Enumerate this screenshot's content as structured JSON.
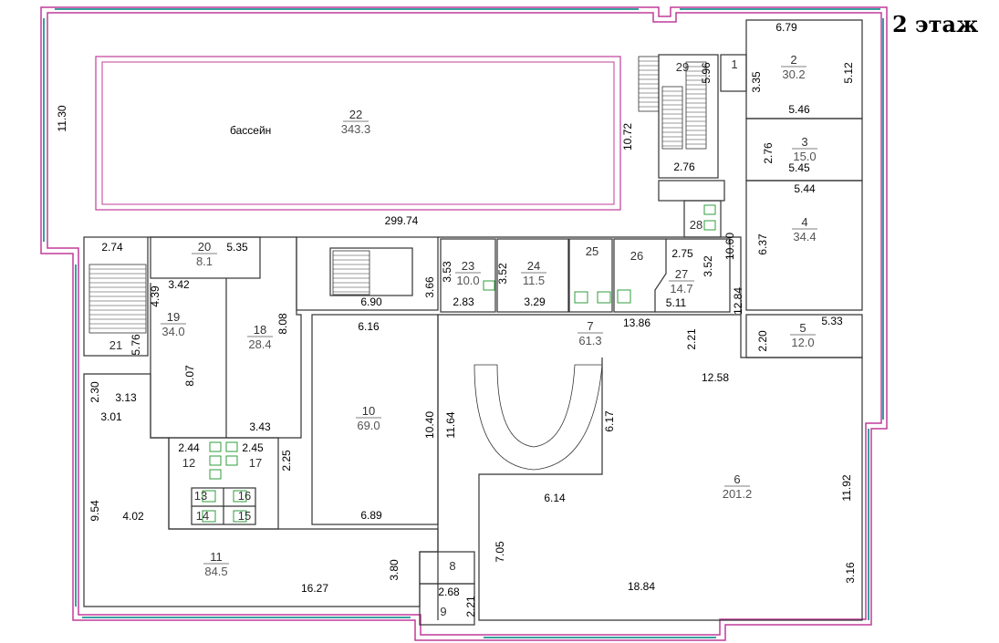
{
  "floor_title": "2 этаж",
  "rooms": [
    {
      "id": "r22",
      "num": "22",
      "area": "343.3"
    },
    {
      "id": "r29",
      "num": "29",
      "area": ""
    },
    {
      "id": "r1",
      "num": "1",
      "area": ""
    },
    {
      "id": "r2",
      "num": "2",
      "area": "30.2"
    },
    {
      "id": "r3",
      "num": "3",
      "area": "15.0"
    },
    {
      "id": "r4",
      "num": "4",
      "area": "34.4"
    },
    {
      "id": "r5",
      "num": "5",
      "area": "12.0"
    },
    {
      "id": "r6",
      "num": "6",
      "area": "201.2"
    },
    {
      "id": "r7",
      "num": "7",
      "area": "61.3"
    },
    {
      "id": "r8",
      "num": "8",
      "area": ""
    },
    {
      "id": "r9",
      "num": "9",
      "area": ""
    },
    {
      "id": "r10",
      "num": "10",
      "area": "69.0"
    },
    {
      "id": "r11",
      "num": "11",
      "area": "84.5"
    },
    {
      "id": "r12",
      "num": "12",
      "area": ""
    },
    {
      "id": "r13",
      "num": "13",
      "area": ""
    },
    {
      "id": "r14",
      "num": "14",
      "area": ""
    },
    {
      "id": "r15",
      "num": "15",
      "area": ""
    },
    {
      "id": "r16",
      "num": "16",
      "area": ""
    },
    {
      "id": "r17",
      "num": "17",
      "area": ""
    },
    {
      "id": "r18",
      "num": "18",
      "area": "28.4"
    },
    {
      "id": "r19",
      "num": "19",
      "area": "34.0"
    },
    {
      "id": "r20",
      "num": "20",
      "area": "8.1"
    },
    {
      "id": "r21",
      "num": "21",
      "area": ""
    },
    {
      "id": "r23",
      "num": "23",
      "area": "10.0"
    },
    {
      "id": "r24",
      "num": "24",
      "area": "11.5"
    },
    {
      "id": "r25",
      "num": "25",
      "area": ""
    },
    {
      "id": "r26",
      "num": "26",
      "area": ""
    },
    {
      "id": "r27",
      "num": "27",
      "area": "14.7"
    },
    {
      "id": "r28",
      "num": "28",
      "area": ""
    }
  ],
  "labels": {
    "pool": "бассейн",
    "corridor_total": "299.74"
  },
  "dimensions": [
    "11.30",
    "10.72",
    "5.96",
    "2.76",
    "6.79",
    "3.35",
    "5.12",
    "5.46",
    "2.76",
    "5.45",
    "5.44",
    "6.37",
    "10.60",
    "12.84",
    "2.75",
    "3.52",
    "5.11",
    "13.86",
    "2.21",
    "2.20",
    "5.33",
    "12.58",
    "6.17",
    "11.92",
    "3.16",
    "18.84",
    "7.05",
    "6.14",
    "2.68",
    "2.21",
    "3.80",
    "16.27",
    "4.02",
    "9.54",
    "3.01",
    "3.13",
    "2.30",
    "8.07",
    "3.43",
    "2.44",
    "2.45",
    "2.25",
    "10.40",
    "11.64",
    "6.89",
    "6.16",
    "8.08",
    "4.39",
    "5.76",
    "2.74",
    "5.35",
    "3.42",
    "6.90",
    "3.66",
    "3.53",
    "2.83",
    "3.52",
    "3.29"
  ],
  "colors": {
    "outer_wall": "#c03c9a",
    "window": "#3aa0a0",
    "wall": "#333333",
    "fixture": "#2f9e3e"
  }
}
